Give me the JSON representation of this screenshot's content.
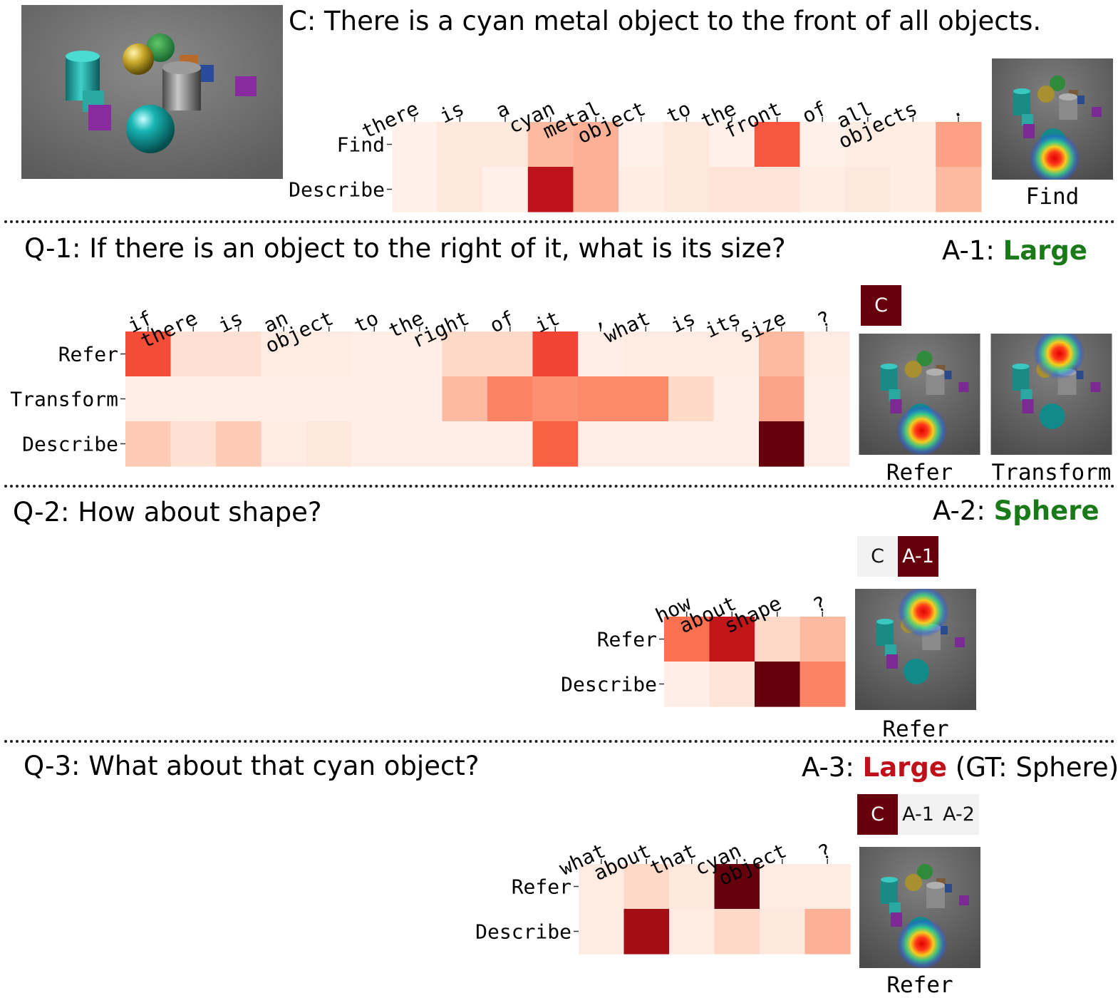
{
  "caption_sentence": "C: There is a cyan metal object to the front of all objects.",
  "q1": {
    "prefix": "Q-1:",
    "text": "If there is an object to the right of it, what is its size?",
    "answer_label": "A-1:",
    "answer": "Large",
    "history": [
      "C"
    ],
    "history_weights": [
      1
    ],
    "images": [
      "Refer",
      "Transform"
    ]
  },
  "q2": {
    "prefix": "Q-2:",
    "text": "How about shape?",
    "answer_label": "A-2:",
    "answer": "Sphere",
    "history": [
      "C",
      "A-1"
    ],
    "history_weights": [
      0.0,
      1.0
    ],
    "images": [
      "Refer"
    ]
  },
  "q3": {
    "prefix": "Q-3:",
    "text": "What about that cyan object?",
    "answer_label": "A-3:",
    "answer": "Large",
    "gt_open": "(GT: ",
    "gt": "Sphere",
    "gt_close": ")",
    "history": [
      "C",
      "A-1",
      "A-2"
    ],
    "history_weights": [
      1.0,
      0.0,
      0.0
    ],
    "images": [
      "Refer"
    ]
  },
  "caption_image": "Find",
  "chart_data": [
    {
      "type": "heatmap",
      "id": "caption",
      "x": [
        "there",
        "is",
        "a",
        "cyan",
        "metal",
        "object",
        "to",
        "the",
        "front",
        "of",
        "all",
        "objects",
        "."
      ],
      "y": [
        "Find",
        "Describe"
      ],
      "values": [
        [
          0.03,
          0.08,
          0.08,
          0.25,
          0.28,
          0.03,
          0.08,
          0.03,
          0.55,
          0.03,
          0.05,
          0.05,
          0.33
        ],
        [
          0.03,
          0.08,
          0.03,
          0.8,
          0.28,
          0.05,
          0.08,
          0.1,
          0.1,
          0.05,
          0.08,
          0.05,
          0.25
        ]
      ]
    },
    {
      "type": "heatmap",
      "id": "q1",
      "x": [
        "if",
        "there",
        "is",
        "an",
        "object",
        "to",
        "the",
        "right",
        "of",
        "it",
        ",",
        "what",
        "is",
        "its",
        "size",
        "?"
      ],
      "y": [
        "Refer",
        "Transform",
        "Describe"
      ],
      "values": [
        [
          0.58,
          0.12,
          0.12,
          0.06,
          0.06,
          0.04,
          0.04,
          0.15,
          0.15,
          0.6,
          0.04,
          0.06,
          0.06,
          0.06,
          0.25,
          0.06
        ],
        [
          0.04,
          0.04,
          0.04,
          0.04,
          0.04,
          0.04,
          0.04,
          0.25,
          0.42,
          0.38,
          0.4,
          0.4,
          0.15,
          0.04,
          0.32,
          0.04
        ],
        [
          0.2,
          0.12,
          0.2,
          0.06,
          0.08,
          0.04,
          0.04,
          0.04,
          0.04,
          0.52,
          0.04,
          0.04,
          0.04,
          0.04,
          1.0,
          0.04
        ]
      ]
    },
    {
      "type": "heatmap",
      "id": "q2",
      "x": [
        "how",
        "about",
        "shape",
        "?"
      ],
      "y": [
        "Refer",
        "Describe"
      ],
      "values": [
        [
          0.48,
          0.78,
          0.15,
          0.25
        ],
        [
          0.04,
          0.1,
          1.0,
          0.42
        ]
      ]
    },
    {
      "type": "heatmap",
      "id": "q3",
      "x": [
        "what",
        "about",
        "that",
        "cyan",
        "object",
        "?"
      ],
      "y": [
        "Refer",
        "Describe"
      ],
      "values": [
        [
          0.06,
          0.15,
          0.08,
          1.0,
          0.06,
          0.06
        ],
        [
          0.06,
          0.88,
          0.06,
          0.15,
          0.08,
          0.28
        ]
      ]
    }
  ]
}
